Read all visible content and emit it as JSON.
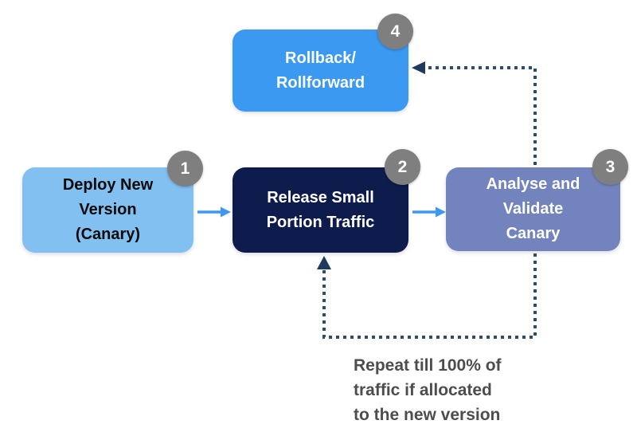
{
  "boxes": [
    {
      "id": "deploy-new-version",
      "label": "Deploy New\nVersion\n(Canary)",
      "number": "1",
      "fill": "#82C0F2",
      "text_color": "#0A0A0A"
    },
    {
      "id": "release-small-portion-traffic",
      "label": "Release Small\nPortion  Traffic",
      "number": "2",
      "fill": "#0E1C4D",
      "text_color": "#FFFFFF"
    },
    {
      "id": "analyse-and-validate-canary",
      "label": "Analyse and\nValidate\nCanary",
      "number": "3",
      "fill": "#7383BE",
      "text_color": "#FFFFFF"
    },
    {
      "id": "rollback-rollforward",
      "label": "Rollback/\nRollforward",
      "number": "4",
      "fill": "#3B99F2",
      "text_color": "#FFFFFF"
    }
  ],
  "caption": "Repeat till 100% of\ntraffic if allocated\nto the new version",
  "colors": {
    "background": "#FFFFFF",
    "solid_arrow": "#3E97F0",
    "dotted_line": "#2B4E70",
    "dotted_arrowhead": "#1E3A5C",
    "badge_bg": "#7F7F7F",
    "badge_text": "#FFFFFF",
    "caption_text": "#4D4D4D"
  }
}
